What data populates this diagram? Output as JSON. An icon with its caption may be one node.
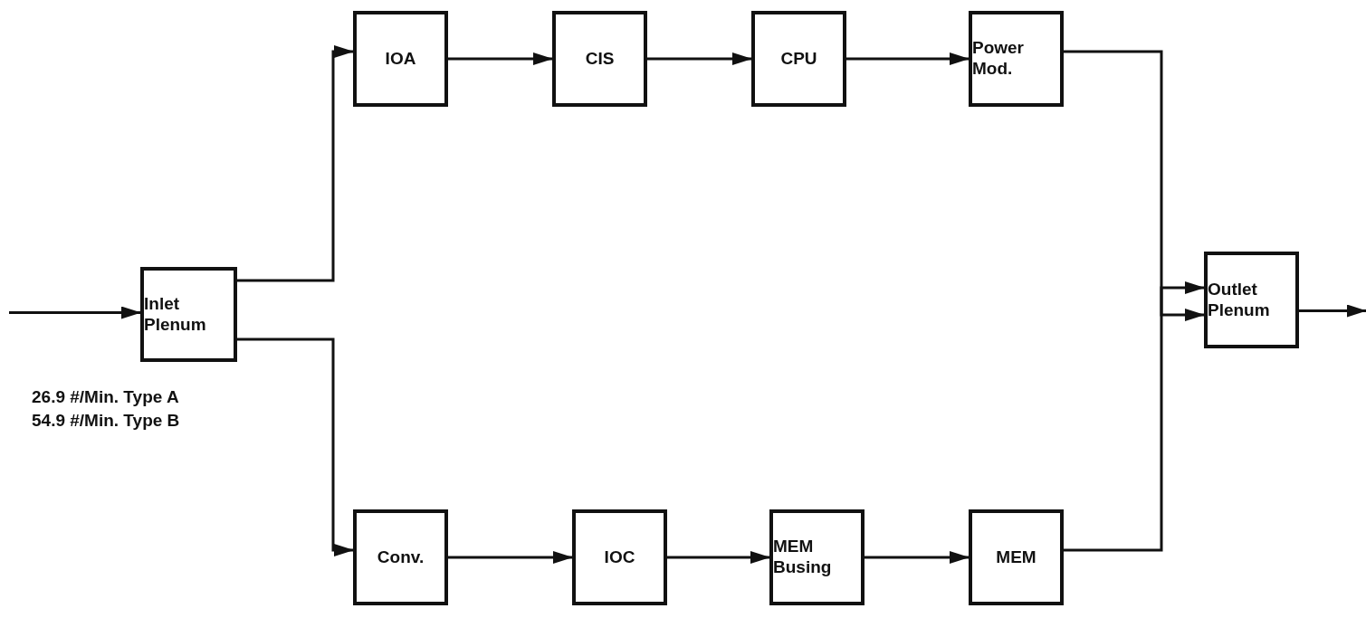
{
  "diagram": {
    "nodes": [
      {
        "text": [
          "Inlet Plenum"
        ],
        "beside": [
          "26.9 #/Min. Type A",
          "54.9 #/Min. Type B"
        ]
      },
      {
        "text": [
          "IOA"
        ]
      },
      {
        "text": [
          "CIS"
        ]
      },
      {
        "text": [
          "CPU"
        ]
      },
      {
        "text": [
          "Power Mod."
        ]
      },
      {
        "text": [
          "Conv."
        ]
      },
      {
        "text": [
          "IOC"
        ]
      },
      {
        "text": [
          "MEM Busing"
        ]
      },
      {
        "text": [
          "MEM"
        ]
      },
      {
        "text": [
          "Outlet Plenum"
        ]
      }
    ],
    "edges": [
      {
        "from": null,
        "to": 0,
        "arrow": "to"
      },
      {
        "from": 0,
        "to": 1,
        "arrow": "to"
      },
      {
        "from": 0,
        "to": 5,
        "arrow": "to"
      },
      {
        "from": 1,
        "to": 2,
        "arrow": "to"
      },
      {
        "from": 2,
        "to": 3,
        "arrow": "to"
      },
      {
        "from": 3,
        "to": 4,
        "arrow": "to"
      },
      {
        "from": 4,
        "to": 9,
        "arrow": "to"
      },
      {
        "from": 5,
        "to": 6,
        "arrow": "to"
      },
      {
        "from": 6,
        "to": 7,
        "arrow": "to"
      },
      {
        "from": 7,
        "to": 8,
        "arrow": "to"
      },
      {
        "from": 8,
        "to": 9,
        "arrow": "to"
      },
      {
        "from": 9,
        "to": null,
        "arrow": "to"
      }
    ]
  }
}
